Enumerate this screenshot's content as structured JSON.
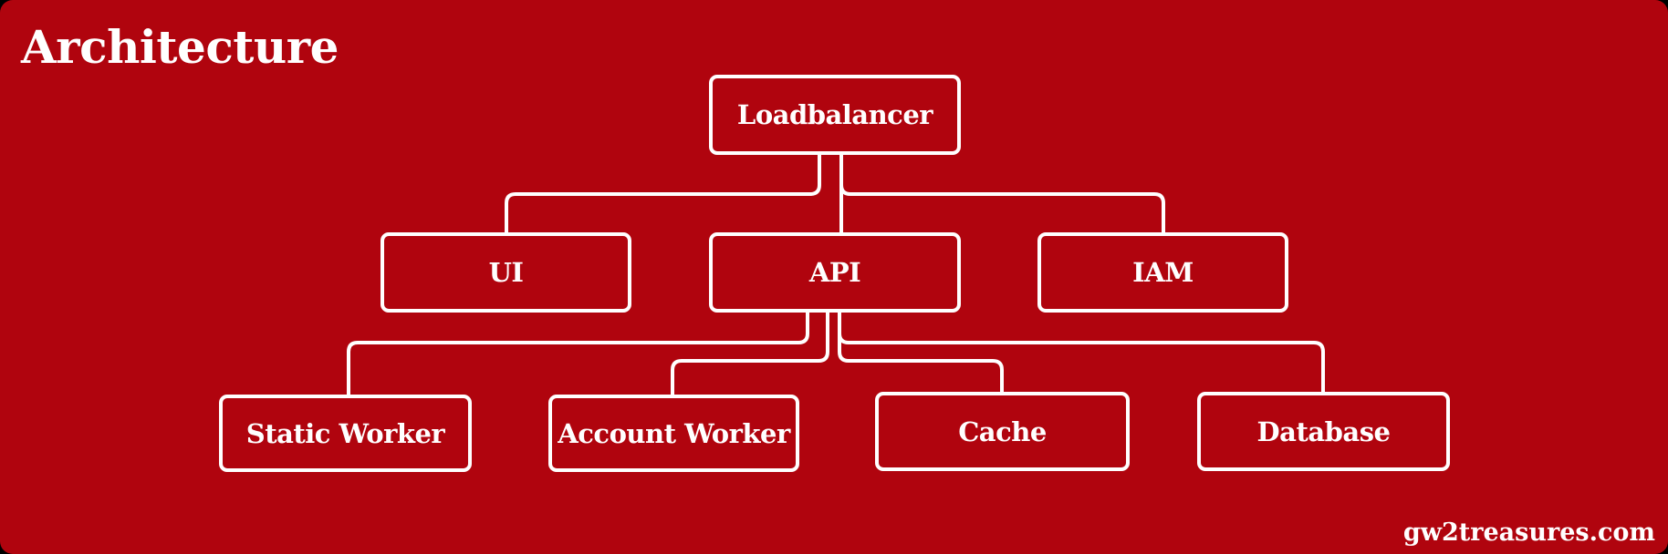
{
  "title": "Architecture",
  "watermark": "gw2treasures.com",
  "colors": {
    "background": "#b0040e",
    "foreground": "#ffffff",
    "outside": "#000000"
  },
  "diagram": {
    "nodes": [
      {
        "id": "loadbalancer",
        "label": "Loadbalancer",
        "stacked": false
      },
      {
        "id": "ui",
        "label": "UI",
        "stacked": false
      },
      {
        "id": "api",
        "label": "API",
        "stacked": false
      },
      {
        "id": "iam",
        "label": "IAM",
        "stacked": false
      },
      {
        "id": "static-worker",
        "label": "Static Worker",
        "stacked": true
      },
      {
        "id": "account-worker",
        "label": "Account Worker",
        "stacked": true
      },
      {
        "id": "cache",
        "label": "Cache",
        "stacked": false
      },
      {
        "id": "database",
        "label": "Database",
        "stacked": false
      }
    ],
    "edges": [
      {
        "from": "loadbalancer",
        "to": "ui"
      },
      {
        "from": "loadbalancer",
        "to": "api"
      },
      {
        "from": "loadbalancer",
        "to": "iam"
      },
      {
        "from": "api",
        "to": "static-worker"
      },
      {
        "from": "api",
        "to": "account-worker"
      },
      {
        "from": "api",
        "to": "cache"
      },
      {
        "from": "api",
        "to": "database"
      }
    ]
  }
}
